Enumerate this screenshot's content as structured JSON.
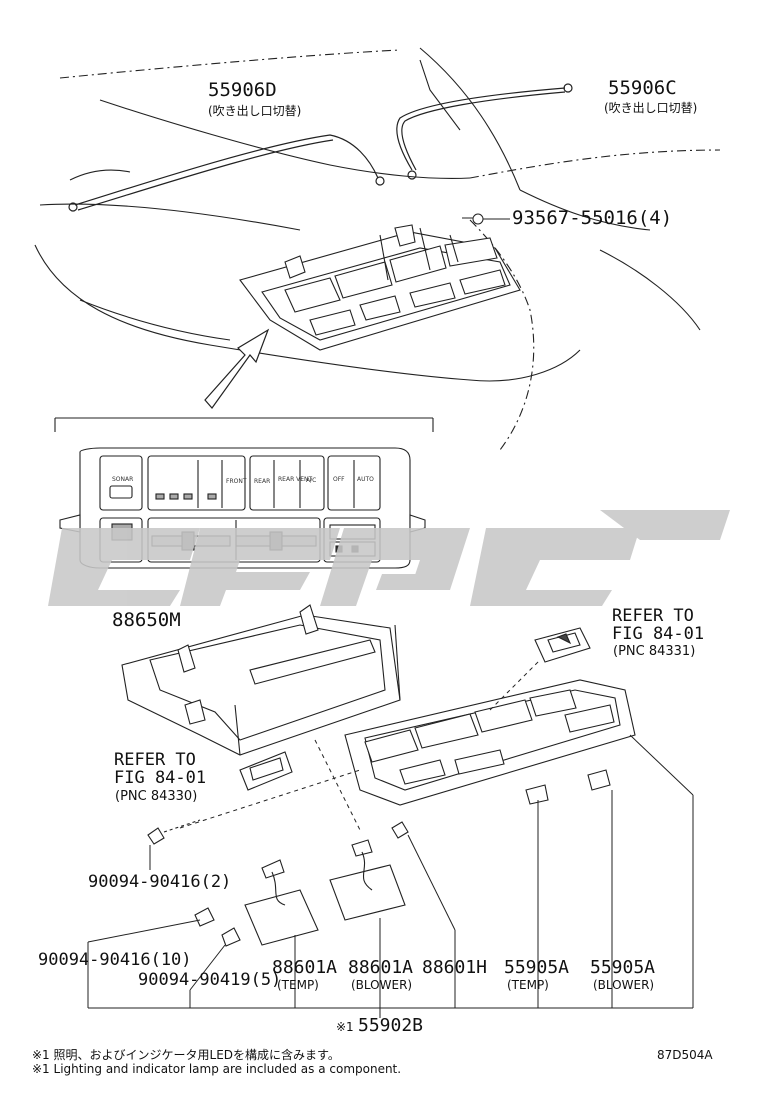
{
  "watermark_colors": {
    "shape": "#c8c8c8"
  },
  "labels": {
    "p55906D": "55906D",
    "p55906D_sub": "(吹き出し口切替)",
    "p55906C": "55906C",
    "p55906C_sub": "(吹き出し口切替)",
    "p93567": "93567-55016(4)",
    "p88650M": "88650M",
    "refer1_a": "REFER TO",
    "refer1_b": "FIG 84-01",
    "refer1_c": "(PNC 84331)",
    "refer2_a": "REFER TO",
    "refer2_b": "FIG 84-01",
    "refer2_c": "(PNC 84330)",
    "p90094_2": "90094-90416(2)",
    "p90094_10": "90094-90416(10)",
    "p90094_5": "90094-90419(5)",
    "p88601A_t": "88601A",
    "p88601A_t_sub": "(TEMP)",
    "p88601A_b": "88601A",
    "p88601A_b_sub": "(BLOWER)",
    "p88601H": "88601H",
    "p55905A_t": "55905A",
    "p55905A_t_sub": "(TEMP)",
    "p55905A_b": "55905A",
    "p55905A_b_sub": "(BLOWER)",
    "p55902B_mark": "※1",
    "p55902B": "55902B",
    "note_jp": "※1 照明、およびインジケータ用LEDを構成に含みます。",
    "note_en": "※1 Lighting and indicator lamp are included as a component.",
    "fig_id": "87D504A"
  },
  "panel": {
    "sonar": "SONAR",
    "front": "FRONT",
    "rear": "REAR",
    "rear_vent": "REAR VENT",
    "ac": "A/C",
    "off": "OFF",
    "auto": "AUTO"
  }
}
